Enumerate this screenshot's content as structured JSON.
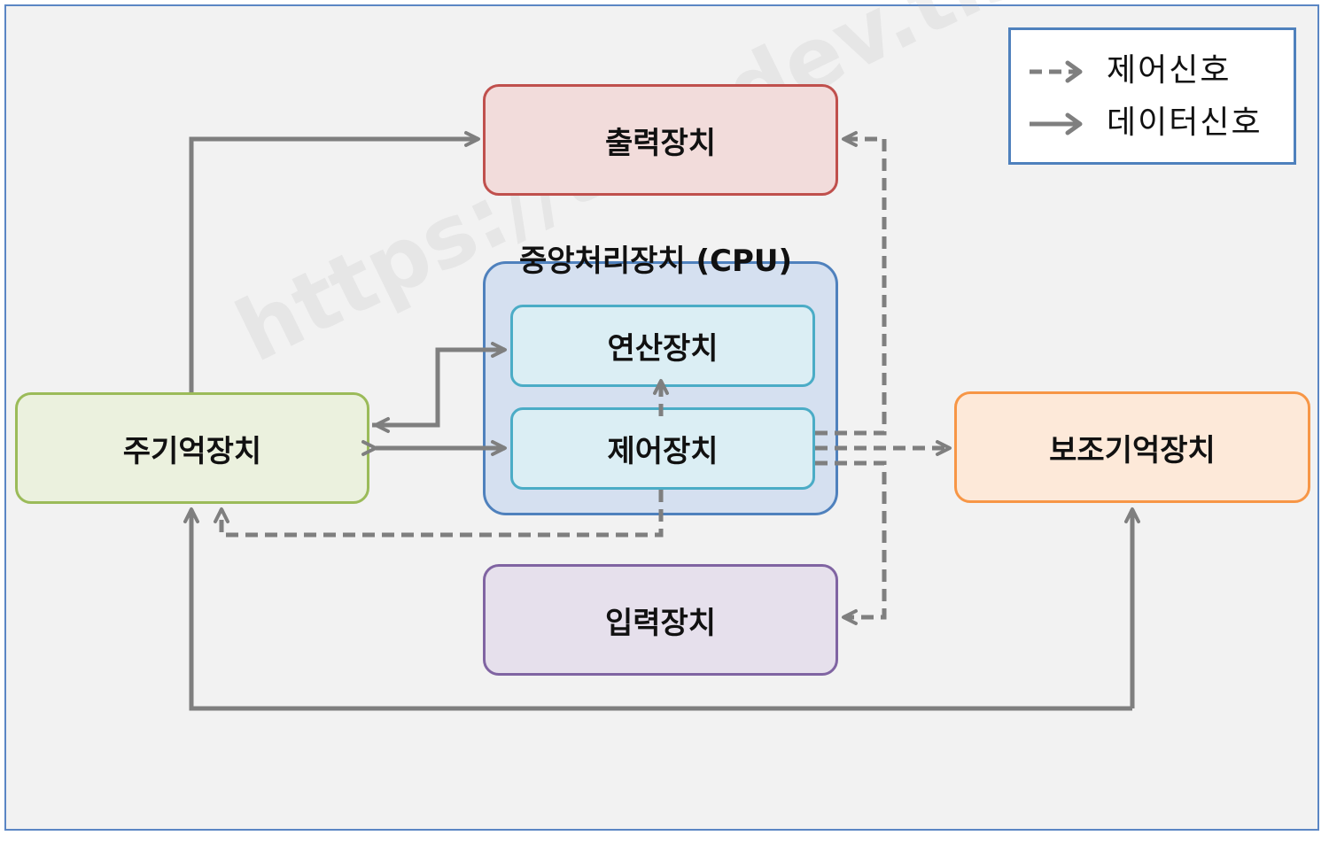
{
  "nodes": {
    "output": "출력장치",
    "cpu": "중앙처리장치 (CPU)",
    "alu": "연산장치",
    "control": "제어장치",
    "main_memory": "주기억장치",
    "aux_memory": "보조기억장치",
    "input": "입력장치"
  },
  "legend": {
    "control_signal": "제어신호",
    "data_signal": "데이터신호"
  },
  "watermark": "https://the-dev.tistory.com",
  "colors": {
    "arrow": "#7f7f7f",
    "frame": "#5b86c4",
    "output_fill": "#f2dcdb",
    "output_border": "#c0504d",
    "main_fill": "#ebf1de",
    "main_border": "#9bbb59",
    "aux_fill": "#fde9d9",
    "aux_border": "#f79646",
    "input_fill": "#e6e0ec",
    "input_border": "#8064a2",
    "cpu_fill": "#d5e0f0",
    "cpu_border": "#4f81bd",
    "unit_fill": "#dbeef4",
    "unit_border": "#4bacc6"
  }
}
